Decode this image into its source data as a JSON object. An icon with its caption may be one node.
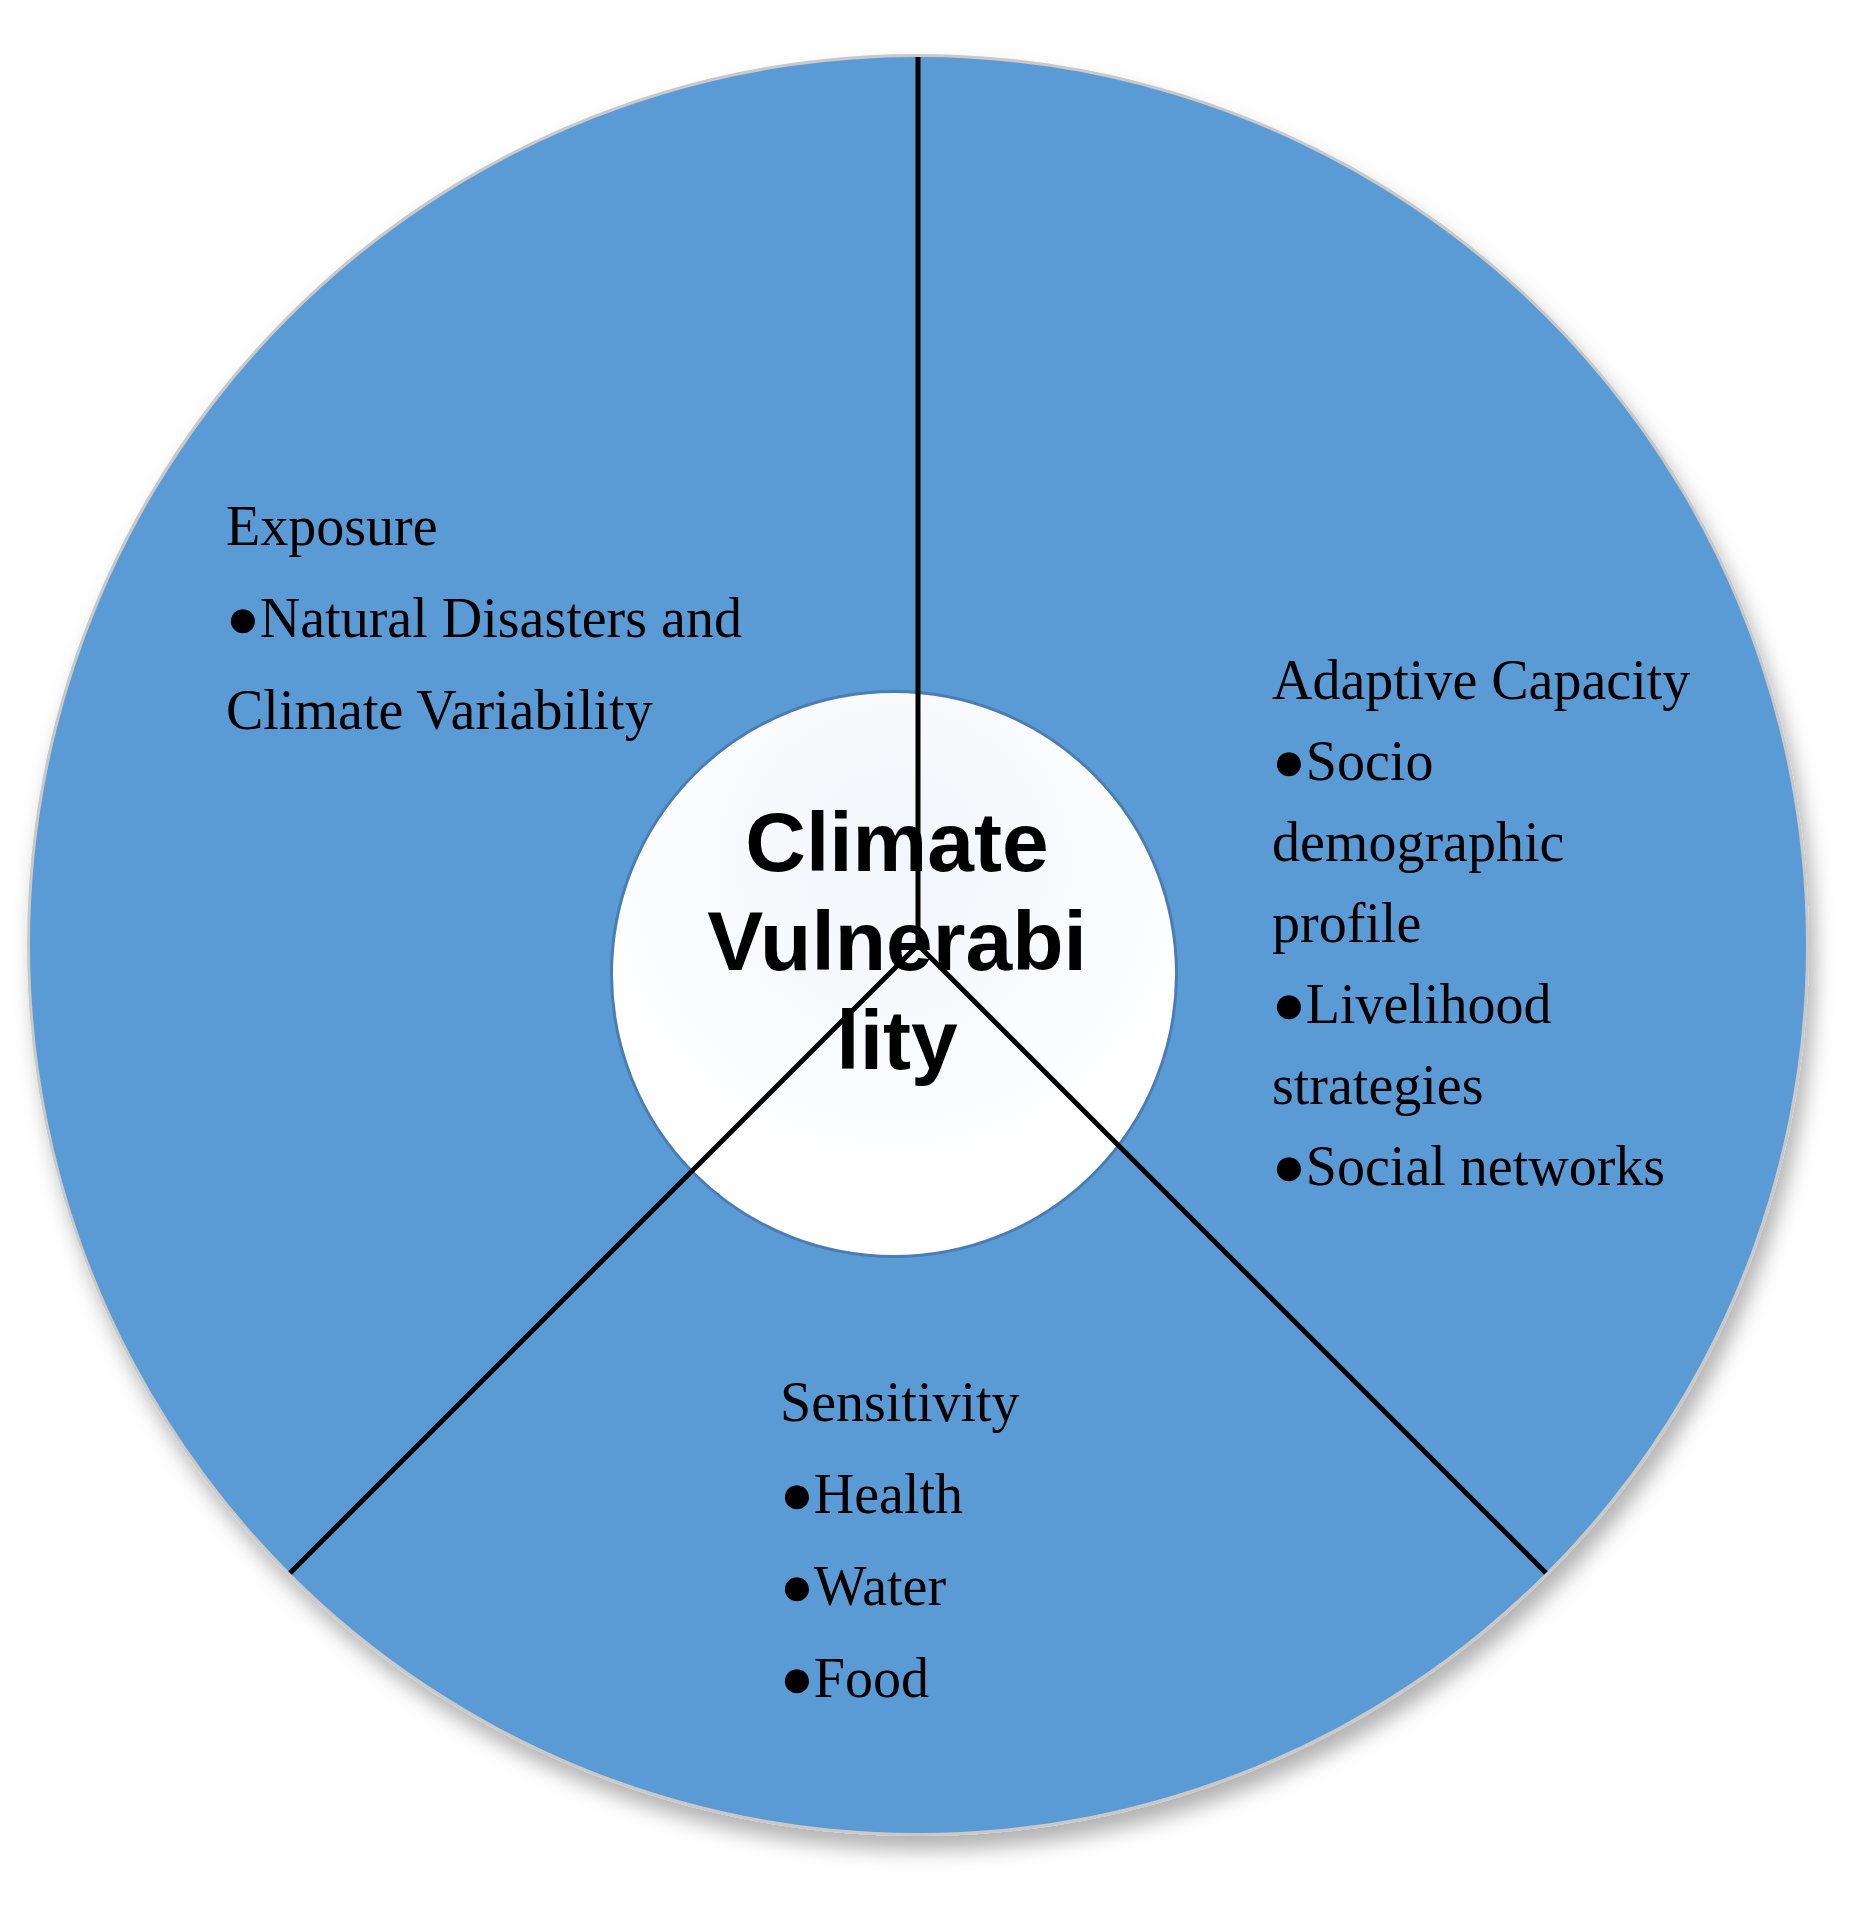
{
  "diagram": {
    "nodes": [
      {
        "text": [
          "Exposure",
          "●Natural Disasters and Climate Variability"
        ]
      },
      {
        "text": [
          "Adaptive Capacity",
          "●Socio demographic profile",
          "●Livelihood strategies",
          "●Social networks"
        ]
      },
      {
        "text": [
          "Sensitivity",
          "●Health",
          "●Water",
          "●Food"
        ]
      },
      {
        "text": [
          "Climate Vulnerability"
        ]
      }
    ]
  }
}
